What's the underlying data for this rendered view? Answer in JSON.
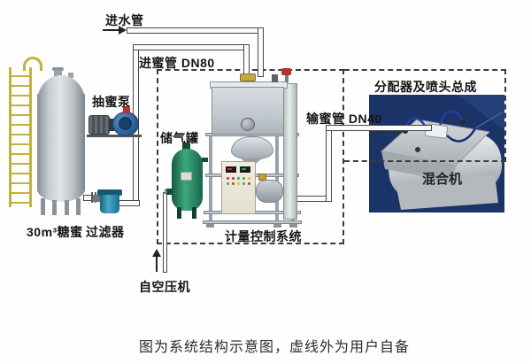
{
  "caption": "图为系统结构示意图，虚线外为用户自备",
  "labels": {
    "water_inlet_pipe": "进水管",
    "molasses_inlet_pipe": "进蜜管 DN80",
    "molasses_pump": "抽蜜泵",
    "air_receiver": "储气罐",
    "molasses_delivery_pipe": "输蜜管 DN40",
    "distributor_assembly": "分配器及喷头总成",
    "mixer": "混合机",
    "molasses_storage_tank": "30m³糖蜜",
    "filter": "过滤器",
    "metering_control_system": "计量控制系统",
    "air_compressor_feed": "自空压机"
  },
  "colors": {
    "pump_blue": "#2b5f9e",
    "filter_teal": "#1f6f8e",
    "air_tank_green": "#2e8f63",
    "ladder_yellow": "#c2b23a",
    "tank_gray": "#c6ccd2",
    "photo_background": "#1a3468",
    "hose_blue": "#2a3f9d",
    "valve_red": "#b9302a",
    "fitting_yellow": "#c8a83a",
    "dashed_line": "#3c3c3c"
  }
}
